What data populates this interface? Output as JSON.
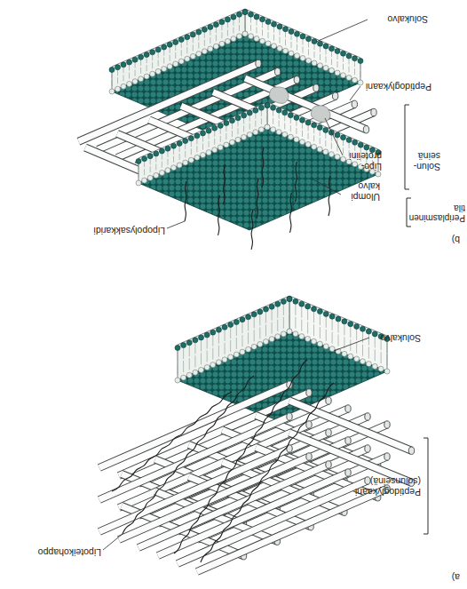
{
  "diagram": {
    "labels": [
      "a)",
      "Lipoteikohappo",
      "Peptidoglykaani (solunseinä)",
      "Solukalvo",
      "b)",
      "Lipopolysakkaridi",
      "Ulompi kalvo",
      "Lipo- proteiini",
      "Solun- seinä",
      "Periplasminen tila",
      "Peptidoglykaani",
      "Solukalvo"
    ]
  }
}
